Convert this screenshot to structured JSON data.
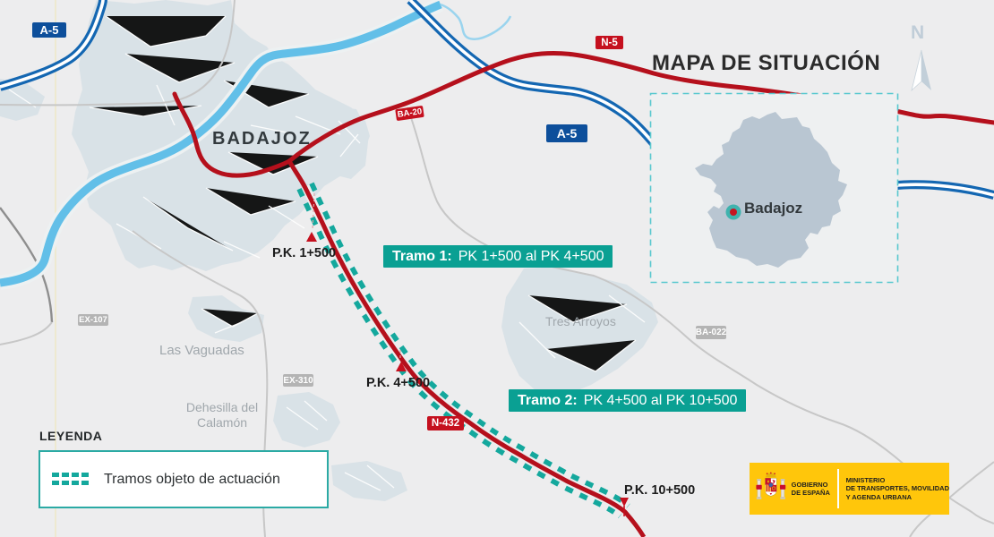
{
  "header": {
    "title": "MAPA DE SITUACIÓN",
    "compass_label": "N"
  },
  "map": {
    "city_label": "BADAJOZ",
    "road_badges": {
      "a5_west": "A-5",
      "a5_central": "A-5",
      "n5": "N-5",
      "ba20": "BA-20",
      "n432": "N-432",
      "ex107": "EX-107",
      "ex310": "EX-310",
      "ba022": "BA-022"
    },
    "place_labels": {
      "las_vaguadas": "Las Vaguadas",
      "tres_arroyos": "Tres Arroyos",
      "dehesilla_line1": "Dehesilla del",
      "dehesilla_line2": "Calamón"
    },
    "pk_markers": {
      "pk1": "P.K. 1+500",
      "pk4": "P.K. 4+500",
      "pk10": "P.K. 10+500"
    },
    "sections": {
      "tramo1": {
        "label": "Tramo 1:",
        "range": "PK 1+500 al PK 4+500"
      },
      "tramo2": {
        "label": "Tramo 2:",
        "range": "PK 4+500 al PK 10+500"
      }
    }
  },
  "inset": {
    "place_label": "Badajoz"
  },
  "legend": {
    "heading": "LEYENDA",
    "item_label": "Tramos objeto de actuación"
  },
  "logo": {
    "government_line1": "GOBIERNO",
    "government_line2": "DE ESPAÑA",
    "ministry_line1": "MINISTERIO",
    "ministry_line2": "DE TRANSPORTES, MOVILIDAD",
    "ministry_line3": "Y AGENDA URBANA"
  },
  "colors": {
    "accent_teal": "#0aa093",
    "road_red": "#b5101c",
    "badge_red": "#c5101e",
    "badge_blue": "#0d4f9b",
    "highway_blue": "#1467b2",
    "river_blue": "#62bfe8",
    "badge_gray": "#b4b4b4",
    "logo_yellow": "#ffc60b",
    "inset_border_teal": "#58c8cf"
  }
}
